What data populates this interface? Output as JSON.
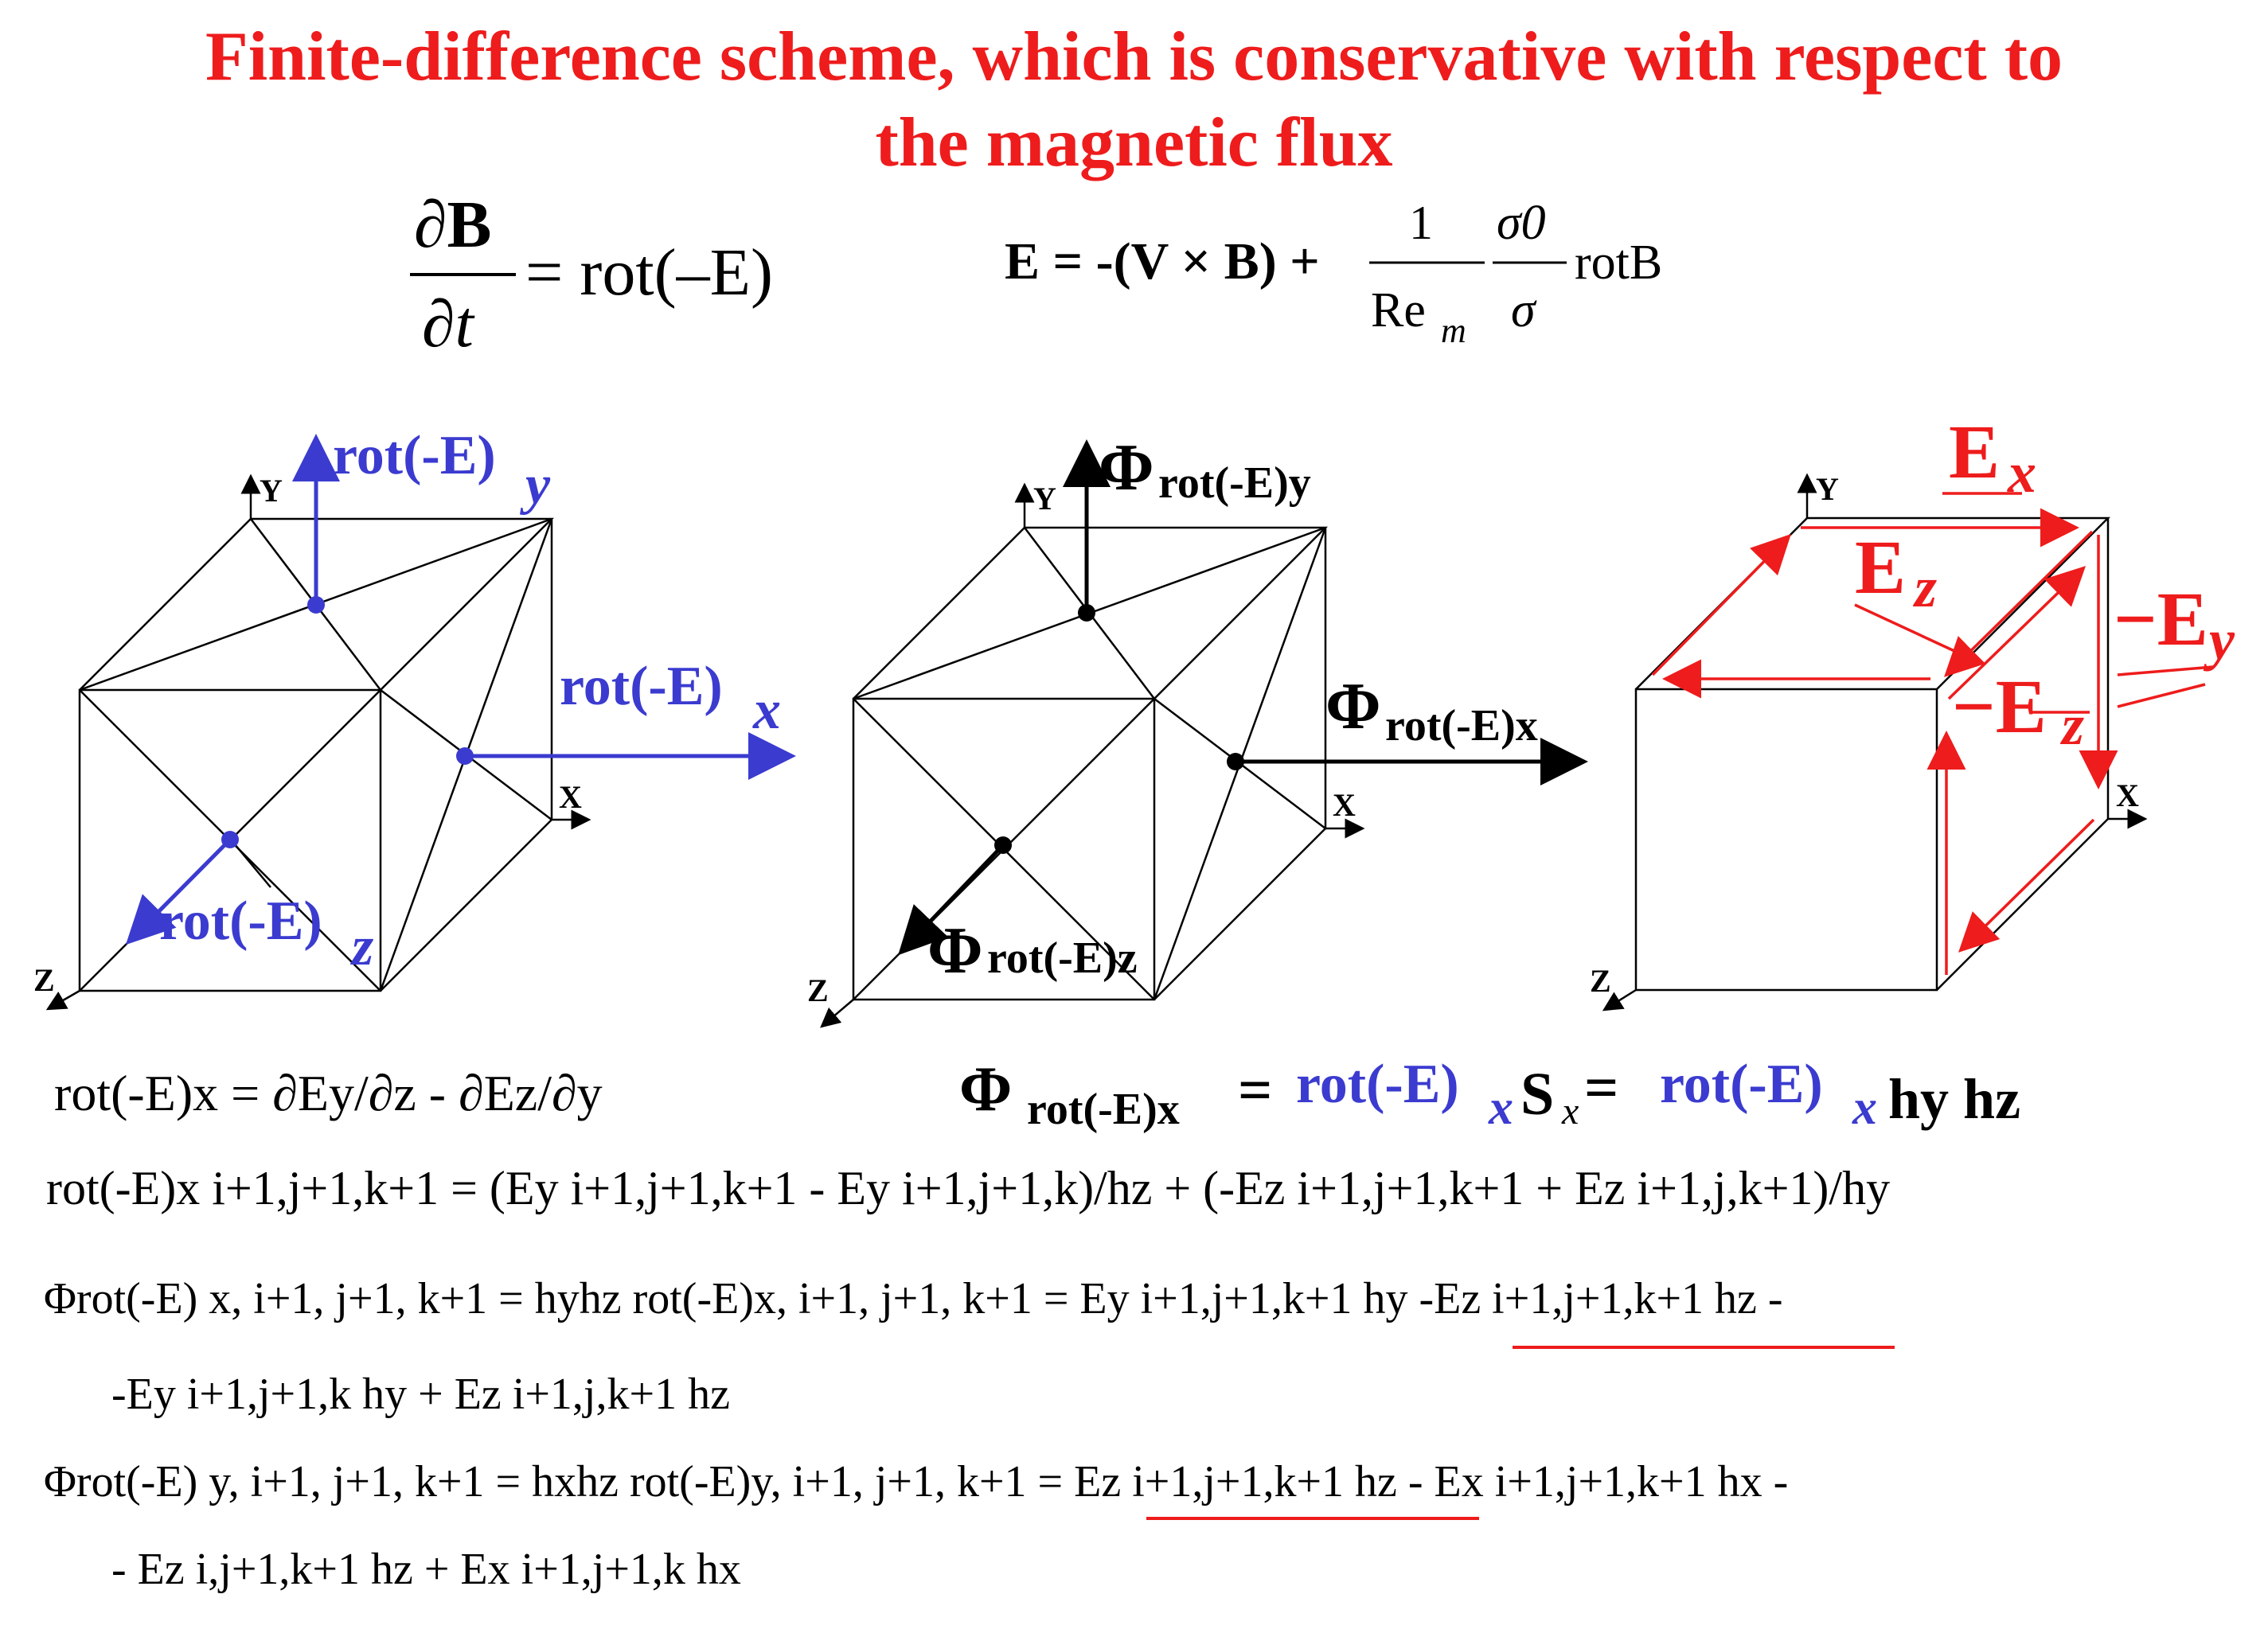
{
  "title": {
    "line1": "Finite-difference scheme, which is conservative with respect to",
    "line2": "the magnetic flux"
  },
  "colors": {
    "red": "#ee1c1c",
    "blue": "#3b3bd0",
    "black": "#000000"
  },
  "eq1": {
    "dB": "∂B",
    "dt": "∂t",
    "rhs": "= rot(–E)"
  },
  "eq2": {
    "lhs": "E = -(V × B) +",
    "one": "1",
    "re": "Re",
    "m": "m",
    "sigma0": "σ0",
    "sigma": "σ",
    "rot": "rotB"
  },
  "cube1": {
    "axis_y": "Y",
    "axis_x": "X",
    "axis_z": "Z",
    "rot_y": "rot(-E)",
    "rot_y_sub": "y",
    "rot_x": "rot(-E)",
    "rot_x_sub": "x",
    "rot_z": "rot(-E)",
    "rot_z_sub": "z"
  },
  "cube2": {
    "axis_y": "Y",
    "axis_x": "X",
    "axis_z": "Z",
    "phi": "Φ",
    "phi_y_sub": "rot(-E)y",
    "phi_x_sub": "rot(-E)x",
    "phi_z_sub": "rot(-E)z"
  },
  "cube3": {
    "axis_y": "Y",
    "axis_x": "X",
    "axis_z": "Z",
    "ex": "E",
    "ex_sub": "x",
    "ez": "E",
    "ez_sub": "z",
    "mey": "−E",
    "mey_sub": "y",
    "mez": "−E",
    "mez_sub": "z"
  },
  "f1": {
    "text": "rot(-E)x = ∂Ey/∂z - ∂Ez/∂y"
  },
  "f2": {
    "phi": "Φ",
    "phi_sub": "rot(-E)x",
    "eq": "=",
    "rot": "rot(-E)",
    "rot_sub": "x",
    "s": "S",
    "s_sub": "x",
    "eq2": "=",
    "rot2": "rot(-E)",
    "rot2_sub": "x",
    "h": "hy hz"
  },
  "f3": {
    "text": "rot(-E)x i+1,j+1,k+1 = (Ey i+1,j+1,k+1 - Ey i+1,j+1,k)/hz + (-Ez i+1,j+1,k+1 + Ez i+1,j,k+1)/hy"
  },
  "f4": {
    "text": "Φrot(-E) x, i+1, j+1, k+1 = hyhz rot(-E)x, i+1, j+1, k+1 = Ey i+1,j+1,k+1 hy -Ez i+1,j+1,k+1 hz -"
  },
  "f5": {
    "text": "-Ey i+1,j+1,k hy + Ez i+1,j,k+1 hz"
  },
  "f6": {
    "text": "Φrot(-E) y, i+1, j+1, k+1 = hxhz rot(-E)y, i+1, j+1, k+1 = Ez i+1,j+1,k+1 hz - Ex i+1,j+1,k+1 hx -"
  },
  "f7": {
    "text": "- Ez i,j+1,k+1 hz + Ex i+1,j+1,k hx"
  }
}
